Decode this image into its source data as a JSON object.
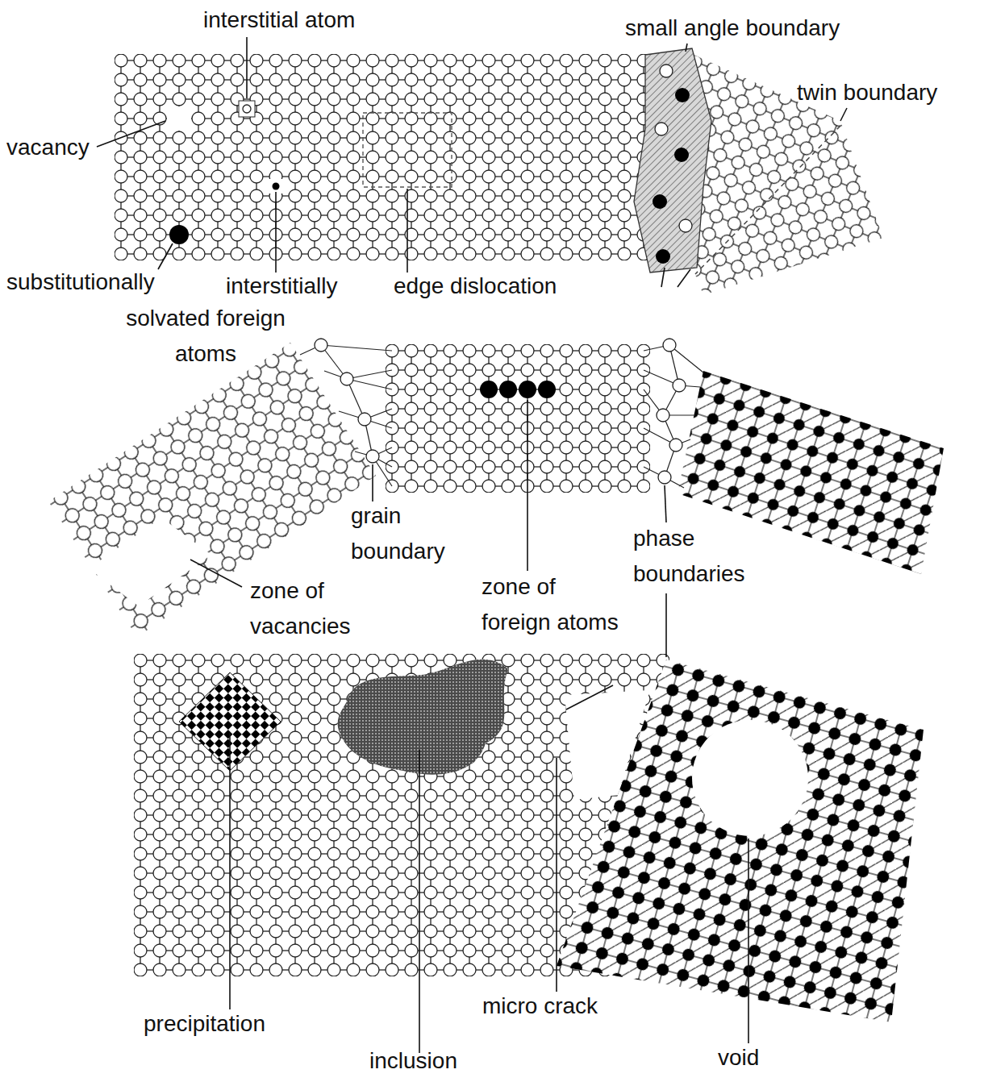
{
  "diagram": {
    "labels": [
      "interstitial atom",
      "small angle boundary",
      "twin boundary",
      "vacancy",
      "substitutionally",
      "interstitially",
      "edge dislocation",
      "solvated foreign atoms",
      "grain boundary",
      "zone of vacancies",
      "zone of foreign atoms",
      "phase boundaries",
      "precipitation",
      "inclusion",
      "micro crack",
      "void"
    ]
  }
}
